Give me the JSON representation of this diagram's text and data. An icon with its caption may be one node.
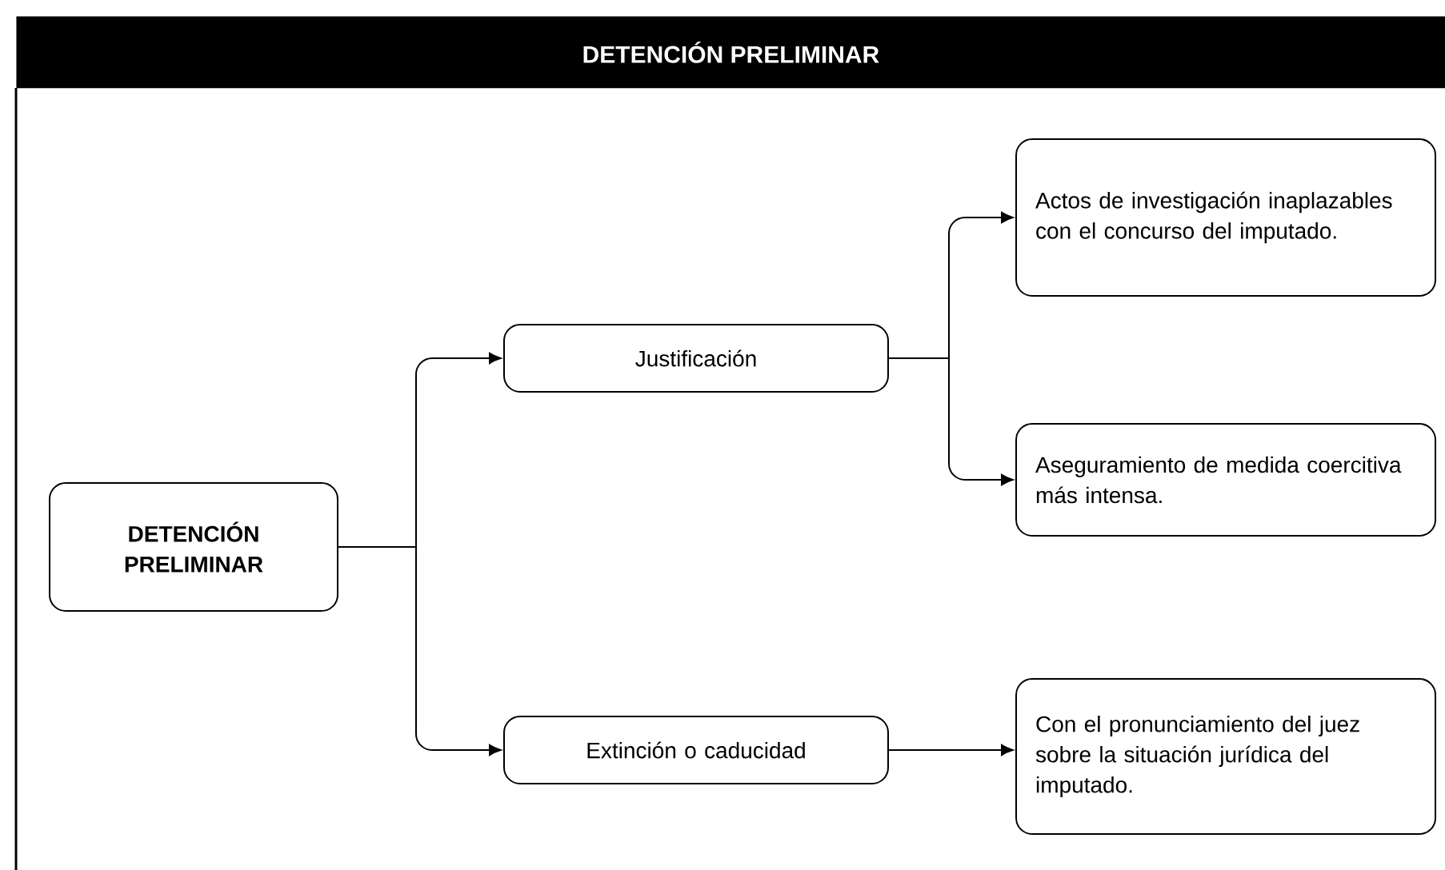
{
  "diagram": {
    "title": "DETENCIÓN PRELIMINAR",
    "nodes": [
      {
        "text": [
          "DETENCIÓN PRELIMINAR"
        ]
      },
      {
        "text": [
          "Justificación"
        ]
      },
      {
        "text": [
          "Extinción o caducidad"
        ]
      },
      {
        "text": [
          "Actos de investigación inaplazables con el concurso del imputado."
        ]
      },
      {
        "text": [
          "Aseguramiento de medida coercitiva más intensa."
        ]
      },
      {
        "text": [
          "Con el pronunciamiento del juez sobre la situación jurídica del imputado."
        ]
      }
    ],
    "edges": [
      {
        "from": 0,
        "to": 1,
        "arrow": "to"
      },
      {
        "from": 0,
        "to": 2,
        "arrow": "to"
      },
      {
        "from": 1,
        "to": 3,
        "arrow": "to"
      },
      {
        "from": 1,
        "to": 4,
        "arrow": "to"
      },
      {
        "from": 2,
        "to": 5,
        "arrow": "to"
      }
    ]
  }
}
